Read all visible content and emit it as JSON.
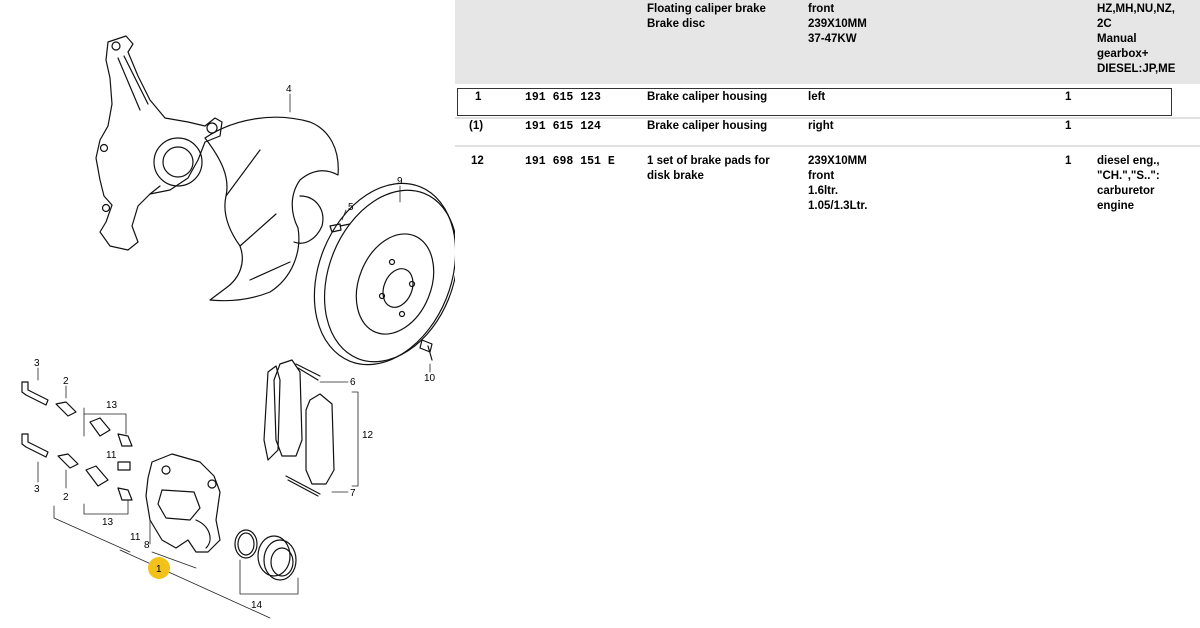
{
  "diagram": {
    "callouts": [
      "4",
      "5",
      "9",
      "10",
      "6",
      "12",
      "7",
      "3",
      "2",
      "13",
      "11",
      "13",
      "11",
      "8",
      "1",
      "14",
      "3",
      "2"
    ],
    "highlight_callout": "1",
    "highlight_color": "#f2c21b"
  },
  "header": {
    "col1": "Floating caliper brake\nBrake disc",
    "col2": "front\n239X10MM\n37-47KW",
    "col3": "HZ,MH,NU,NZ,\n2C\nManual\ngearbox+\nDIESEL:JP,ME"
  },
  "rows": [
    {
      "pos": "1",
      "part": "191  615  123",
      "name": "Brake caliper housing",
      "spec": "left",
      "qty": "1",
      "note": ""
    },
    {
      "pos": "(1)",
      "part": "191  615  124",
      "name": "Brake caliper housing",
      "spec": "right",
      "qty": "1",
      "note": ""
    },
    {
      "pos": "12",
      "part": "191  698  151  E",
      "name": "1 set of brake pads for\ndisk brake",
      "spec": "239X10MM\nfront\n1.6ltr.\n1.05/1.3Ltr.",
      "qty": "1",
      "note": "diesel eng.,\n\"CH.\",\"S..\":\ncarburetor\nengine"
    }
  ]
}
